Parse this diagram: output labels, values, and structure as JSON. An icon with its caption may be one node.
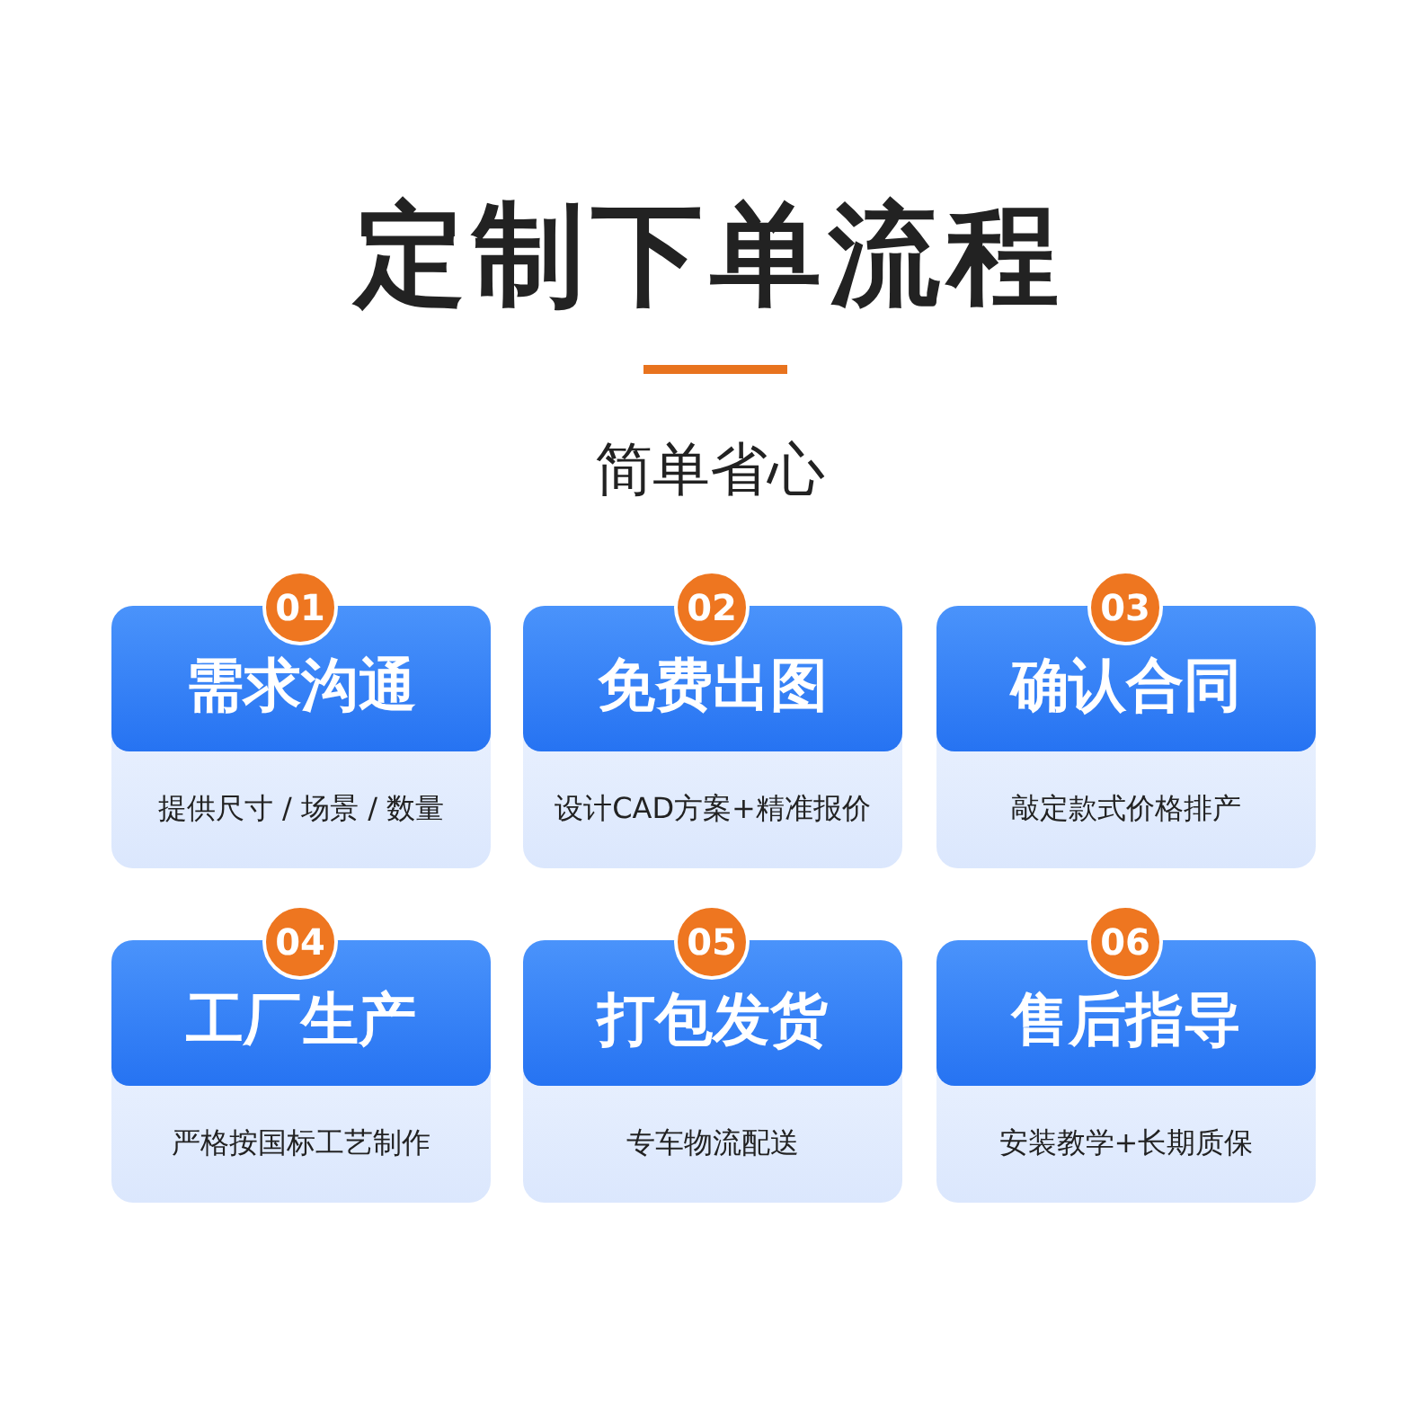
{
  "diagram": {
    "title": "定制下单流程",
    "nodes": [
      {
        "text": [
          "需求沟通",
          "提供尺寸 / 场景 / 数量"
        ]
      },
      {
        "text": [
          "01"
        ]
      },
      {
        "text": [
          "免费出图",
          "设计CAD方案+精准报价"
        ]
      },
      {
        "text": [
          "02"
        ]
      },
      {
        "text": [
          "确认合同",
          "敲定款式价格排产"
        ]
      },
      {
        "text": [
          "03"
        ]
      },
      {
        "text": [
          "工厂生产",
          "严格按国标工艺制作"
        ]
      },
      {
        "text": [
          "04"
        ]
      },
      {
        "text": [
          "打包发货",
          "专车物流配送"
        ]
      },
      {
        "text": [
          "05"
        ]
      },
      {
        "text": [
          "售后指导",
          "安装教学+长期质保"
        ]
      },
      {
        "text": [
          "06"
        ]
      }
    ],
    "labels": [
      "简单省心"
    ]
  }
}
